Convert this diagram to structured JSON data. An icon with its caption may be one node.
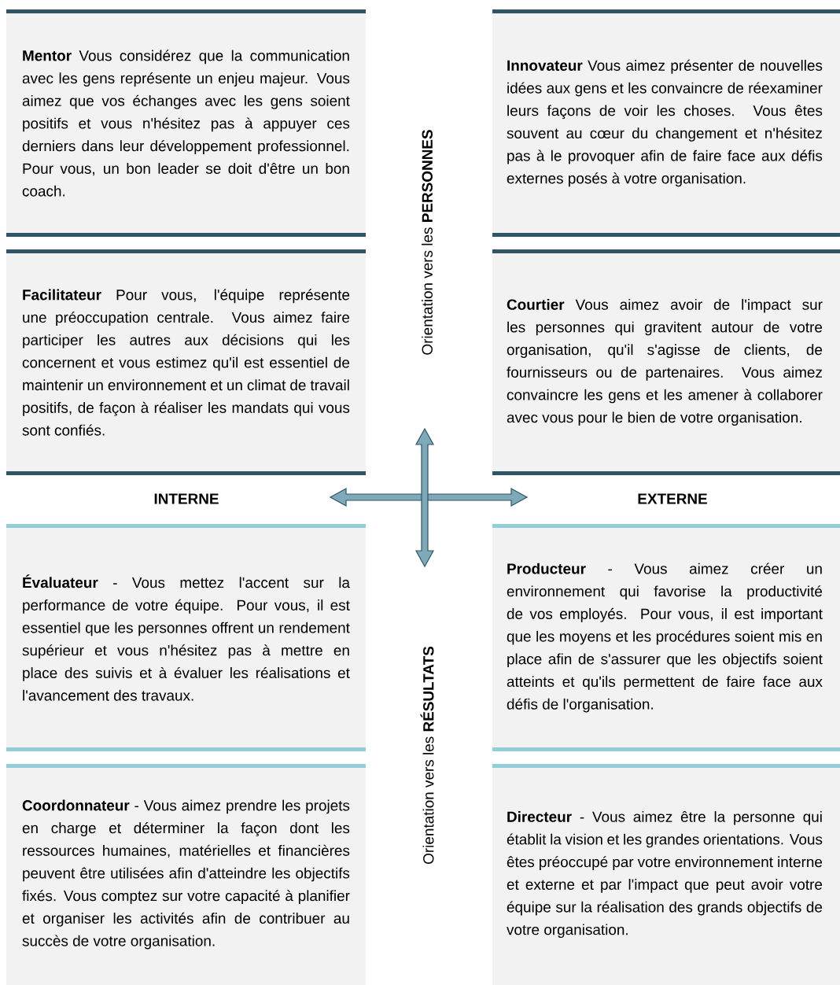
{
  "diagram": {
    "nodes": [
      {
        "text": [
          "**Mentor**   Vous considérez que la communication avec les gens représente un enjeu majeur. Vous aimez que vos échanges avec les gens soient positifs et vous n'hésitez pas à appuyer ces derniers dans leur développement professionnel. Pour vous, un bon leader se doit d'être un bon coach."
        ]
      },
      {
        "text": [
          "**Innovateur**   Vous aimez présenter de nouvelles idées aux gens et les convaincre de réexaminer leurs façons de voir les choses. Vous êtes souvent au cœur du changement et n'hésitez pas à le provoquer afin de faire face aux défis externes posés à votre organisation."
        ]
      },
      {
        "text": [
          "**Facilitateur**   Pour vous, l'équipe représente une préoccupation centrale. Vous aimez faire participer les autres aux décisions qui les concernent et vous estimez qu'il est essentiel de maintenir un environnement et un climat de travail positifs, de façon à réaliser les mandats qui vous sont confiés."
        ]
      },
      {
        "text": [
          "**Courtier**   Vous aimez avoir de l'impact sur les personnes qui gravitent autour de votre organisation, qu'il s'agisse de clients, de fournisseurs ou de partenaires. Vous aimez convaincre les gens et les amener à collaborer avec vous pour le bien de votre organisation."
        ]
      },
      {
        "text": [
          "**Évaluateur** -  Vous mettez l'accent sur la performance de votre équipe. Pour vous, il est essentiel que les personnes offrent un rendement supérieur et vous n'hésitez pas à mettre en place des suivis et à évaluer les réalisations et l'avancement des travaux."
        ]
      },
      {
        "text": [
          "**Producteur** -  Vous aimez créer un environnement qui favorise la productivité de vos employés. Pour vous, il est important que les moyens et les procédures soient mis en place afin de s'assurer que les objectifs soient atteints et qu'ils permettent de faire face aux défis de l'organisation."
        ]
      },
      {
        "text": [
          "**Coordonnateur** -  Vous aimez prendre les projets en charge et déterminer la façon dont les ressources humaines, matérielles et financières peuvent être utilisées afin d'atteindre les objectifs fixés. Vous comptez sur votre capacité à planifier et organiser les activités afin de contribuer au succès de votre organisation."
        ]
      },
      {
        "text": [
          "**Directeur** -  Vous aimez être la personne qui établit la vision et les grandes orientations. Vous êtes préoccupé par votre environnement interne et externe et par l'impact que peut avoir votre équipe sur la réalisation des grands objectifs de votre organisation."
        ]
      }
    ],
    "labels": [
      "Orientation vers les **PERSONNES**",
      "INTERNE",
      "EXTERNE",
      "Orientation vers les **RÉSULTATS**"
    ]
  }
}
